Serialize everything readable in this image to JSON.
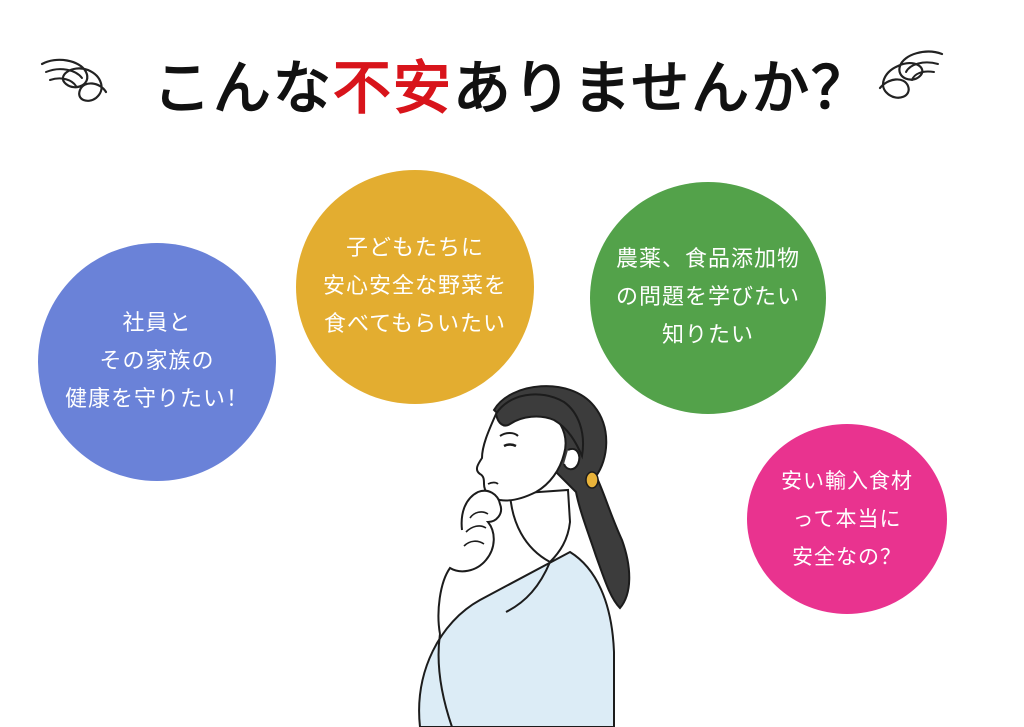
{
  "header": {
    "title_pre": "こんな",
    "title_accent": "不安",
    "title_post": "ありませんか？"
  },
  "bubbles": {
    "blue": {
      "lines": [
        "社員と",
        "その家族の",
        "健康を守りたい！"
      ],
      "color": "#6a82d8"
    },
    "yellow": {
      "lines": [
        "子どもたちに",
        "安心安全な野菜を",
        "食べてもらいたい"
      ],
      "color": "#e3ad30"
    },
    "green": {
      "lines": [
        "農薬、食品添加物",
        "の問題を学びたい",
        "知りたい"
      ],
      "color": "#53a24a"
    },
    "pink": {
      "lines": [
        "安い輸入食材",
        "って本当に",
        "安全なの？"
      ],
      "color": "#e9338f"
    }
  },
  "colors": {
    "accent": "#d8141b",
    "text": "#111111"
  },
  "icons": {
    "left": "scribble-swirl-icon",
    "right": "scribble-swirl-icon",
    "figure": "thinking-woman-illustration"
  }
}
